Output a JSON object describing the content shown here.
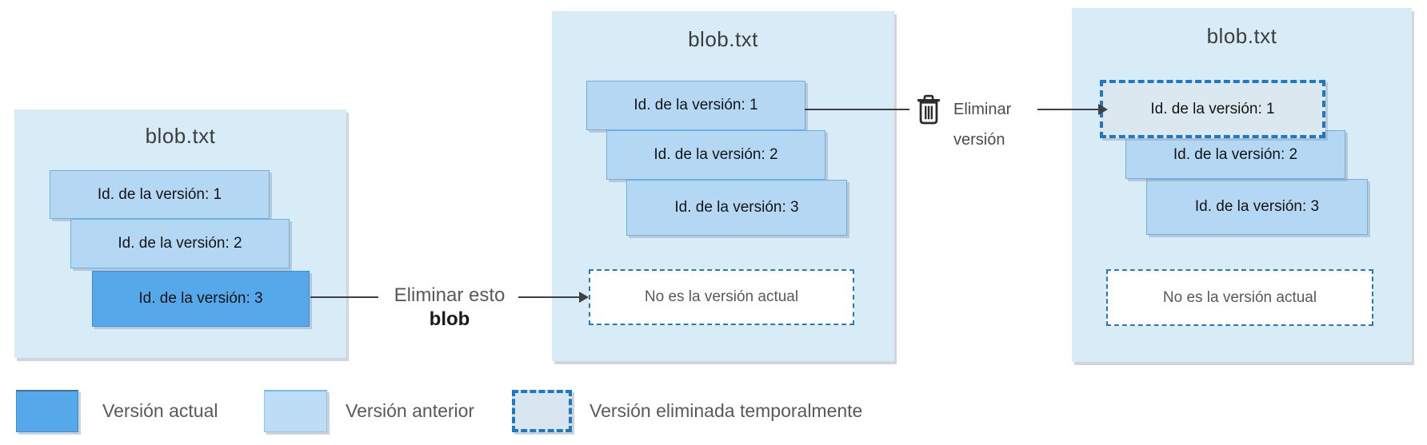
{
  "diagram": {
    "panels": {
      "left": {
        "title": "blob.txt",
        "cards": [
          {
            "label": "Id. de la versión: 1",
            "state": "previous"
          },
          {
            "label": "Id. de la versión: 2",
            "state": "previous"
          },
          {
            "label": "Id. de la versión: 3",
            "state": "current"
          }
        ]
      },
      "middle": {
        "title": "blob.txt",
        "cards": [
          {
            "label": "Id. de la versión: 1",
            "state": "previous"
          },
          {
            "label": "Id. de la versión: 2",
            "state": "previous"
          },
          {
            "label": "Id. de la versión: 3",
            "state": "previous"
          }
        ],
        "status_box": "No es la versión actual"
      },
      "right": {
        "title": "blob.txt",
        "cards": [
          {
            "label": "Id. de la versión: 1",
            "state": "soft-deleted"
          },
          {
            "label": "Id. de la versión: 2",
            "state": "previous"
          },
          {
            "label": "Id. de la versión: 3",
            "state": "previous"
          }
        ],
        "status_box": "No es la versión actual"
      }
    },
    "arrows": {
      "delete_blob": {
        "line1": "Eliminar esto",
        "line2": "blob"
      },
      "delete_version": {
        "line1": "Eliminar",
        "line2": "versión",
        "icon": "trash-icon"
      }
    },
    "legend": {
      "items": [
        {
          "label": "Versión actual",
          "swatch": "current",
          "color": "#55a9ea"
        },
        {
          "label": "Versión anterior",
          "swatch": "previous",
          "color": "#b4d8f3"
        },
        {
          "label": "Versión eliminada temporalmente",
          "swatch": "soft-deleted",
          "color": "#dce8f0"
        }
      ]
    },
    "colors": {
      "panel_bg": "#d8ecf8",
      "current_version": "#55a9ea",
      "previous_version": "#b4d8f3",
      "soft_deleted_fill": "#dce8f0",
      "dashed_border_blue": "#1b7ac8",
      "arrow": "#404040"
    }
  }
}
